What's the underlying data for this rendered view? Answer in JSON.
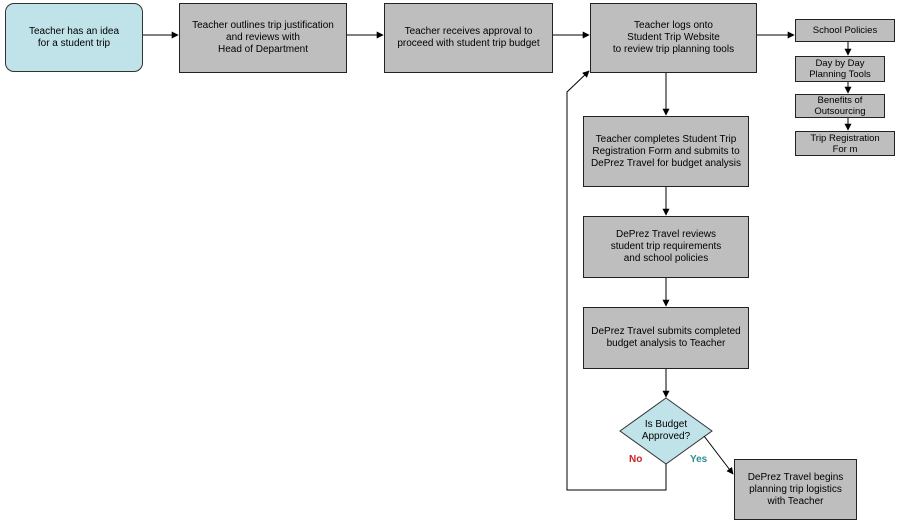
{
  "nodes": {
    "idea": "Teacher has an idea\nfor a student trip",
    "outline": "Teacher outlines trip justification\nand reviews with\nHead of Department",
    "approval": "Teacher receives approval to\nproceed with student trip budget",
    "logs_on": "Teacher logs onto\nStudent Trip  Website\nto review trip planning tools",
    "school_policies": "School Policies",
    "day_by_day": "Day by Day\nPlanning Tools",
    "benefits": "Benefits of\nOutsourcing",
    "registration_form": "Trip Registration\nFor m",
    "completes_form": "Teacher completes Student Trip\nRegistration Form and submits to\nDePrez Travel for budget analysis",
    "reviews": "DePrez Travel reviews\nstudent trip requirements\nand school policies",
    "submits": "DePrez Travel submits completed\nbudget analysis to Teacher",
    "decision": "Is Budget\nApproved?",
    "begins": "DePrez Travel begins\nplanning trip logistics\nwith Teacher"
  },
  "edges": {
    "no_label": "No",
    "yes_label": "Yes"
  },
  "colors": {
    "box_fill": "#bebebe",
    "start_fill": "#bfe3e8",
    "decision_fill": "#bfe3e8",
    "no_color": "#cc2222",
    "yes_color": "#2a8f8f",
    "line_color": "#000000"
  }
}
